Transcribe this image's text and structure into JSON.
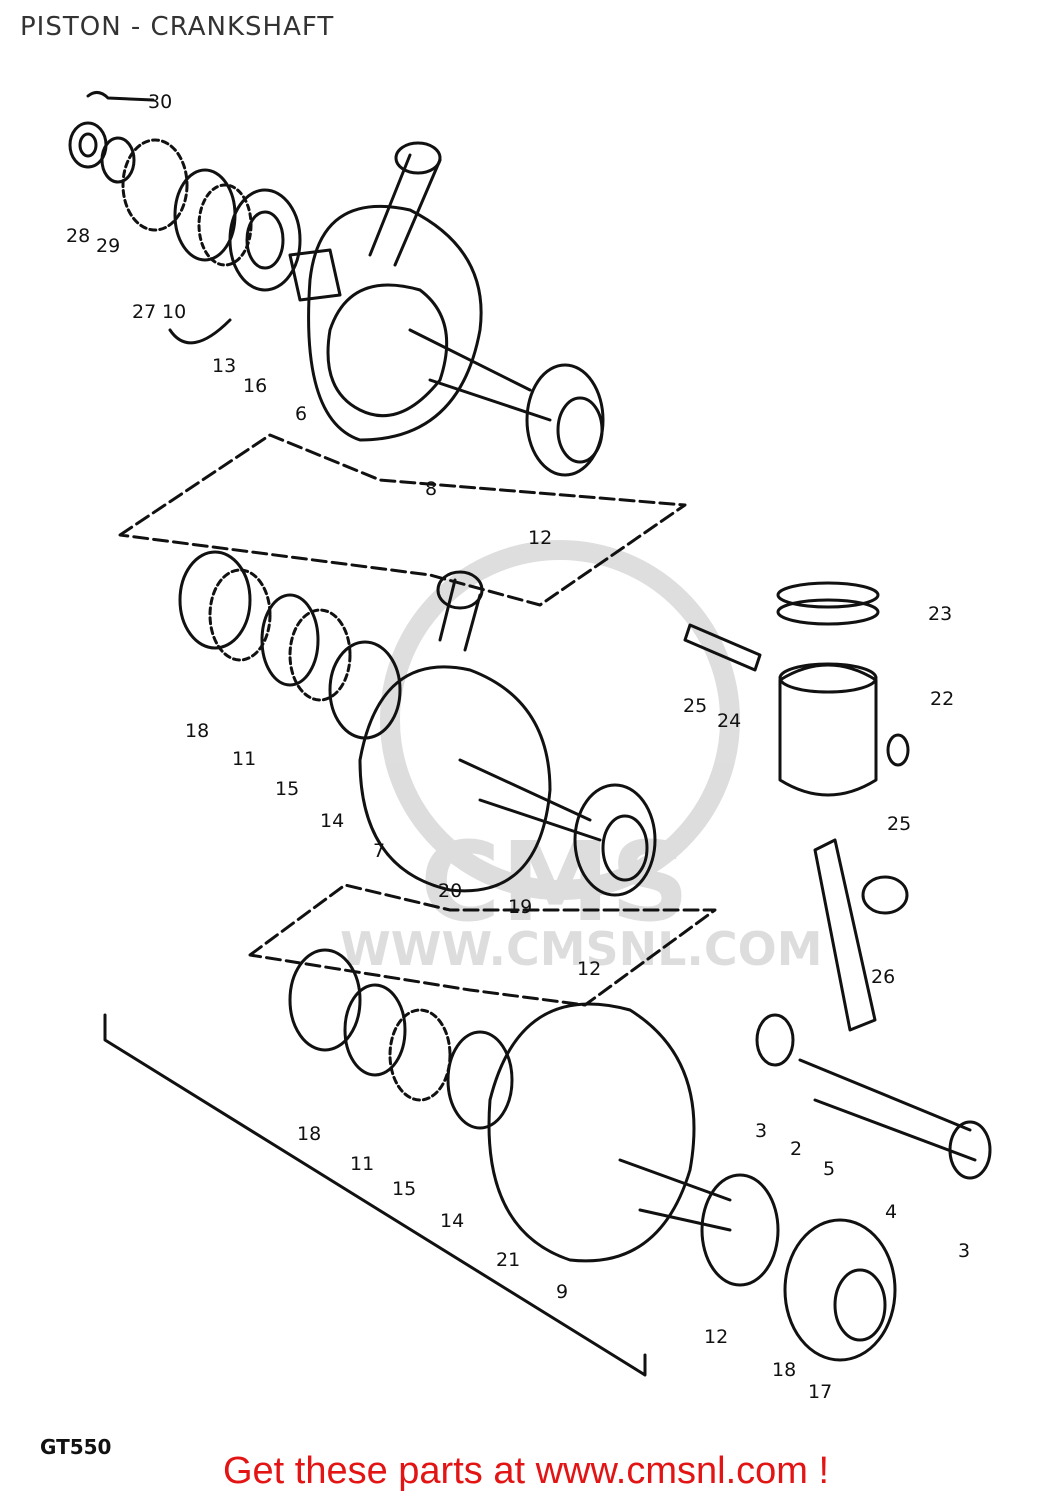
{
  "title": "PISTON - CRANKSHAFT",
  "model": "GT550",
  "promo": "Get these parts at www.cmsnl.com !",
  "watermark": {
    "logo": "CMS",
    "url": "WWW.CMSNL.COM"
  },
  "callouts": [
    "30",
    "28",
    "29",
    "27",
    "10",
    "13",
    "16",
    "6",
    "8",
    "12",
    "18",
    "11",
    "15",
    "14",
    "7",
    "20",
    "19",
    "12",
    "23",
    "22",
    "25",
    "24",
    "25",
    "26",
    "18",
    "11",
    "15",
    "14",
    "21",
    "9",
    "12",
    "18",
    "17",
    "3",
    "2",
    "5",
    "4",
    "3"
  ]
}
